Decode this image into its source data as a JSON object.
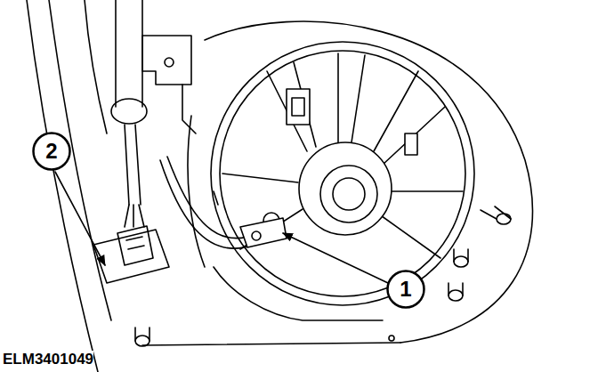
{
  "diagram": {
    "nodes": [
      {
        "text": [
          "2"
        ]
      },
      {
        "text": [
          "1"
        ]
      }
    ],
    "labels": [
      "ELM3401049"
    ]
  }
}
